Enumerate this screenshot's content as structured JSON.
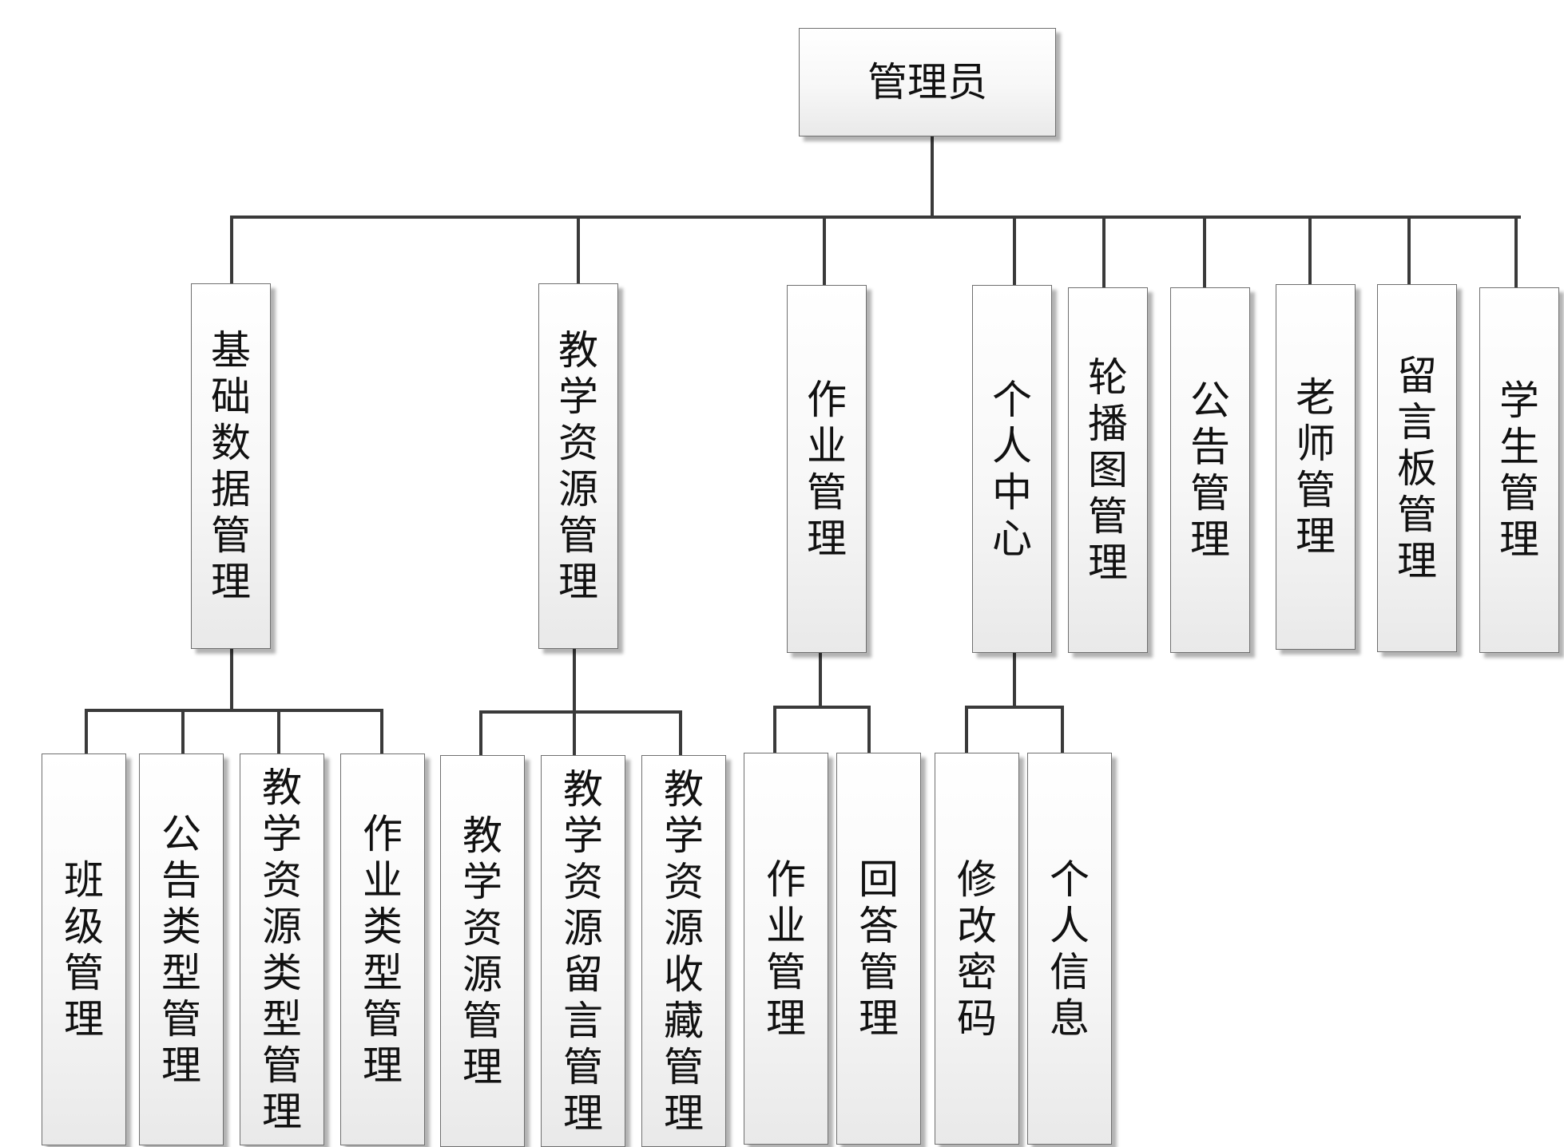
{
  "diagram": {
    "root": "管理员",
    "level1": [
      {
        "label": "基础数据管理",
        "children": [
          "班级管理",
          "公告类型管理",
          "教学资源类型管理",
          "作业类型管理"
        ]
      },
      {
        "label": "教学资源管理",
        "children": [
          "教学资源管理",
          "教学资源留言管理",
          "教学资源收藏管理"
        ]
      },
      {
        "label": "作业管理",
        "children": [
          "作业管理",
          "回答管理"
        ]
      },
      {
        "label": "个人中心",
        "children": [
          "修改密码",
          "个人信息"
        ]
      },
      {
        "label": "轮播图管理",
        "children": []
      },
      {
        "label": "公告管理",
        "children": []
      },
      {
        "label": "老师管理",
        "children": []
      },
      {
        "label": "留言板管理",
        "children": []
      },
      {
        "label": "学生管理",
        "children": []
      }
    ]
  }
}
